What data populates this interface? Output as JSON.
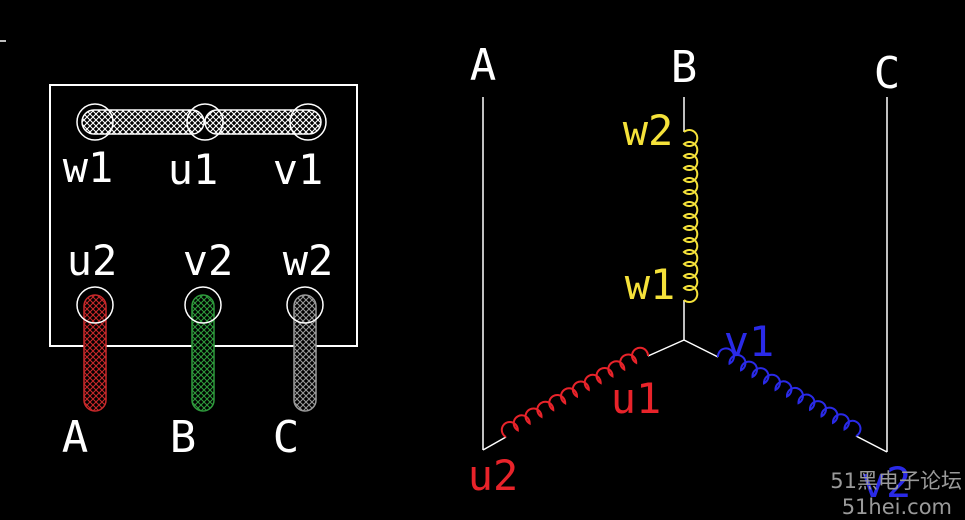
{
  "terminal_block": {
    "top_labels": [
      "w1",
      "u1",
      "v1"
    ],
    "bottom_labels": [
      "u2",
      "v2",
      "w2"
    ],
    "lead_labels": [
      "A",
      "B",
      "C"
    ]
  },
  "star_diagram": {
    "phase_labels": [
      "A",
      "B",
      "C"
    ],
    "winding_labels": {
      "w2": "w2",
      "w1": "w1",
      "u1": "u1",
      "u2": "u2",
      "v1": "v1",
      "v2": "v2"
    }
  },
  "watermark": {
    "line1": "51黑电子论坛",
    "line2": "51hei.com"
  },
  "colors": {
    "background": "#000000",
    "line": "#ffffff",
    "w_winding": "#f5e23a",
    "u_winding": "#e8232a",
    "v_winding": "#2a2ae8",
    "lead_a": "#c8282a",
    "lead_b": "#2e9a3c",
    "lead_c": "#9a9a9a",
    "watermark": "#9a9a9a"
  }
}
